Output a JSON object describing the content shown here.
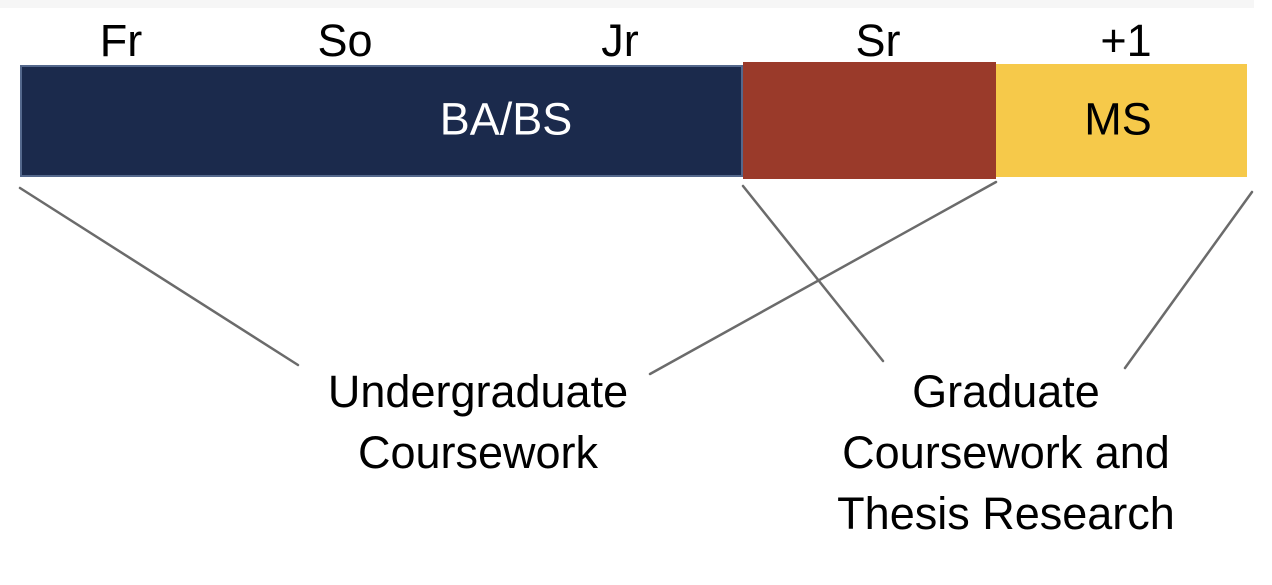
{
  "colors": {
    "navy": "#1b2a4c",
    "navy_border": "#54688c",
    "red": "#9a3a2a",
    "yellow": "#f6c94a",
    "connector_gray": "#6b6b6b",
    "top_strip": "#f6f6f6",
    "bar_text_light": "#ffffff",
    "bar_text_dark": "#000000",
    "caption_text": "#000000"
  },
  "timeline": {
    "year_labels": [
      "Fr",
      "So",
      "Jr",
      "Sr",
      "+1"
    ],
    "segments": [
      {
        "name": "undergraduate",
        "label": "BA/BS"
      },
      {
        "name": "senior-overlap",
        "label": ""
      },
      {
        "name": "masters",
        "label": "MS"
      }
    ]
  },
  "captions": {
    "undergrad": {
      "line1": "Undergraduate",
      "line2": "Coursework"
    },
    "grad": {
      "line1": "Graduate",
      "line2": "Coursework and",
      "line3": "Thesis Research"
    }
  }
}
